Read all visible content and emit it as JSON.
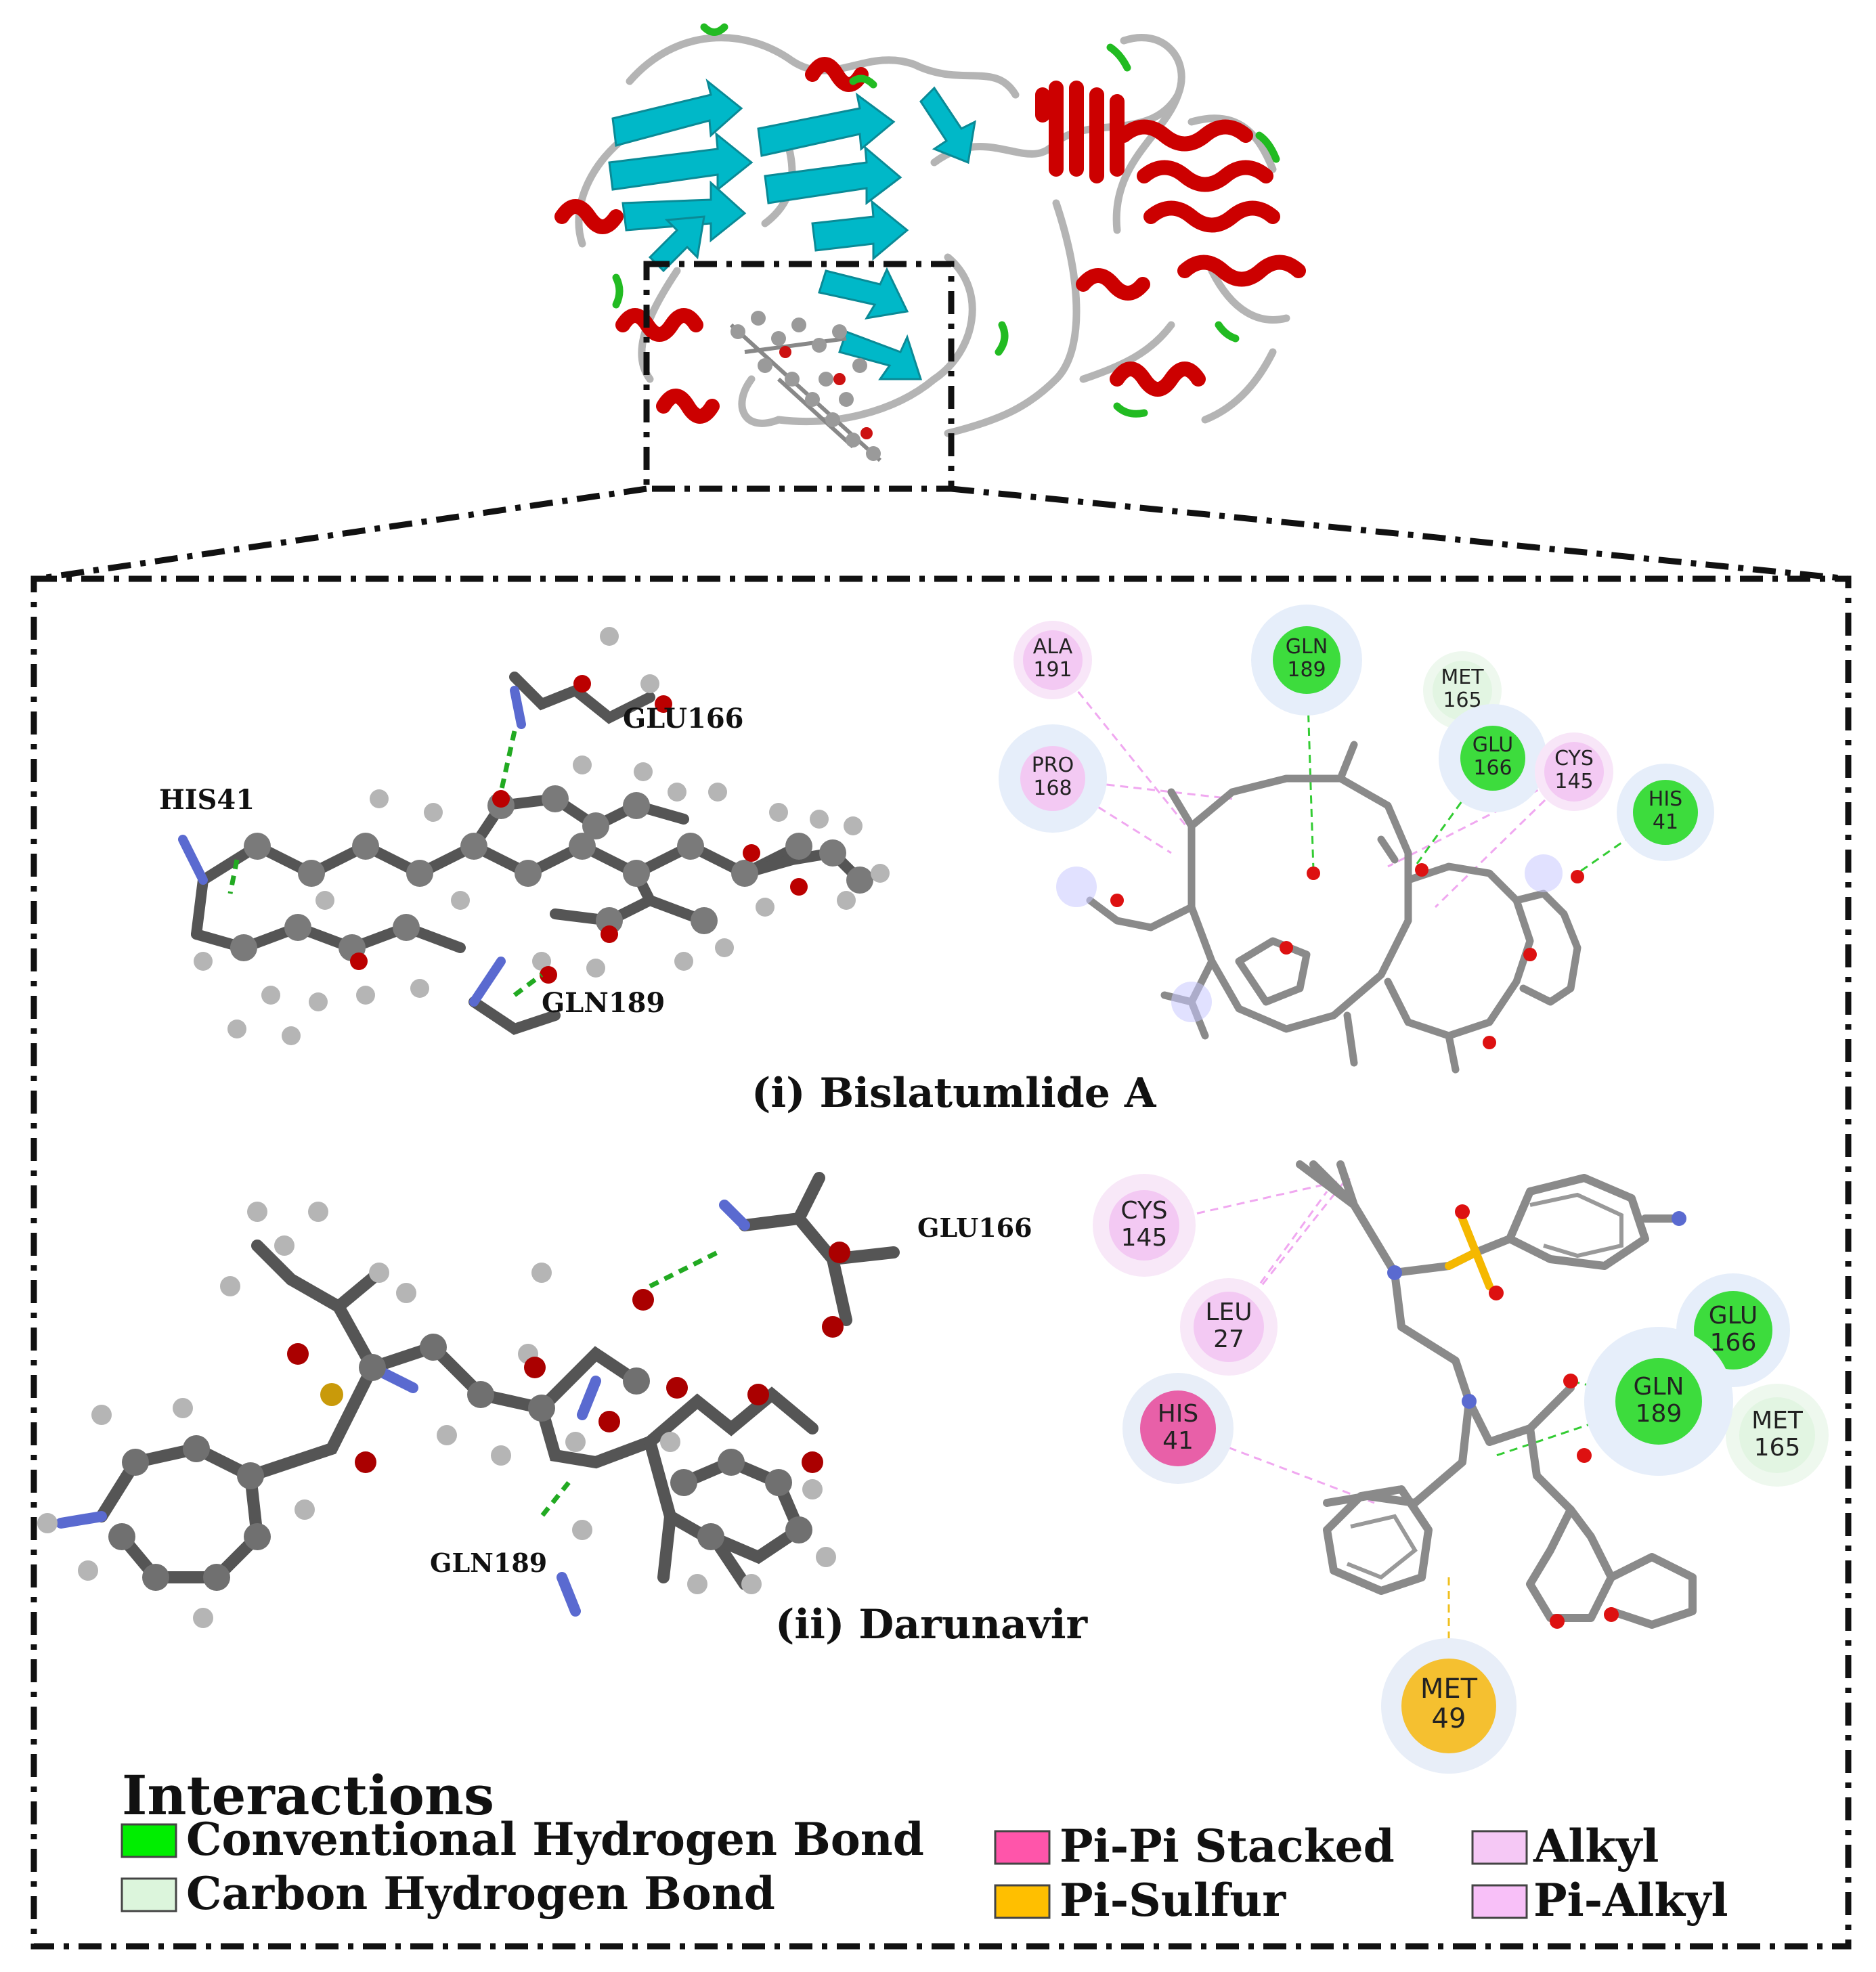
{
  "protein": {
    "colors": {
      "helix": "#cc0000",
      "sheet": "#00b8c8",
      "turn": "#22bb22",
      "coil": "#b0b0b0"
    }
  },
  "panel_i": {
    "caption": "(i) Bislatumlide A",
    "labels_3d": [
      "GLU166",
      "HIS41",
      "GLN189"
    ],
    "residues_2d": [
      {
        "name": "ALA",
        "num": "191",
        "type": "alkyl"
      },
      {
        "name": "GLN",
        "num": "189",
        "type": "conventional-hbond"
      },
      {
        "name": "MET",
        "num": "165",
        "type": "carbon-hbond"
      },
      {
        "name": "GLU",
        "num": "166",
        "type": "conventional-hbond"
      },
      {
        "name": "CYS",
        "num": "145",
        "type": "alkyl"
      },
      {
        "name": "HIS",
        "num": "41",
        "type": "conventional-hbond"
      },
      {
        "name": "PRO",
        "num": "168",
        "type": "alkyl"
      }
    ]
  },
  "panel_ii": {
    "caption": "(ii) Darunavir",
    "labels_3d": [
      "GLU166",
      "GLN189"
    ],
    "residues_2d": [
      {
        "name": "CYS",
        "num": "145",
        "type": "alkyl"
      },
      {
        "name": "LEU",
        "num": "27",
        "type": "alkyl"
      },
      {
        "name": "HIS",
        "num": "41",
        "type": "pi-pi-stacked"
      },
      {
        "name": "GLU",
        "num": "166",
        "type": "conventional-hbond"
      },
      {
        "name": "GLN",
        "num": "189",
        "type": "conventional-hbond"
      },
      {
        "name": "MET",
        "num": "165",
        "type": "carbon-hbond"
      },
      {
        "name": "MET",
        "num": "49",
        "type": "pi-sulfur"
      }
    ]
  },
  "legend": {
    "title": "Interactions",
    "items": [
      {
        "label": "Conventional Hydrogen Bond",
        "color": "#00ee00"
      },
      {
        "label": "Carbon Hydrogen Bond",
        "color": "#dcf5dc"
      },
      {
        "label": "Pi-Pi Stacked",
        "color": "#ff55aa"
      },
      {
        "label": "Pi-Sulfur",
        "color": "#ffbf00"
      },
      {
        "label": "Alkyl",
        "color": "#f5c8f5"
      },
      {
        "label": "Pi-Alkyl",
        "color": "#f8c0f8"
      }
    ]
  }
}
